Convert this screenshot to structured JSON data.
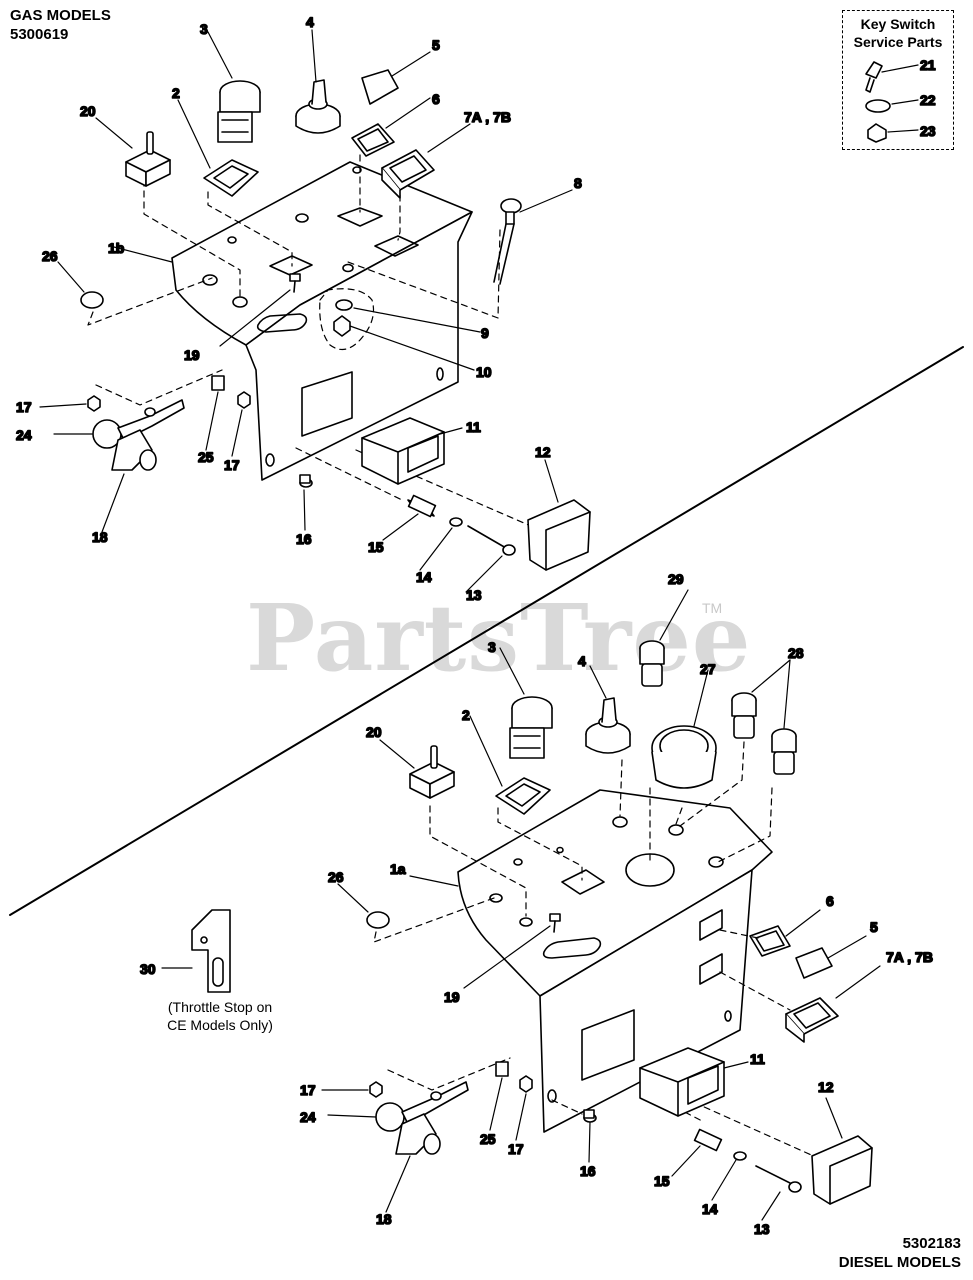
{
  "corner_top_left": {
    "line1": "GAS MODELS",
    "line2": "5300619"
  },
  "corner_bottom_right": {
    "line1": "5302183",
    "line2": "DIESEL MODELS"
  },
  "key_switch_box": {
    "title_line1": "Key Switch",
    "title_line2": "Service Parts"
  },
  "watermark": {
    "text": "PartsTree",
    "tm": "TM"
  },
  "throttle_note": {
    "line1": "(Throttle Stop on",
    "line2": "CE Models Only)"
  },
  "labels_gas": {
    "l1b": "1b",
    "l2": "2",
    "l3": "3",
    "l4": "4",
    "l5": "5",
    "l6": "6",
    "l7": "7A , 7B",
    "l8": "8",
    "l9": "9",
    "l10": "10",
    "l11": "11",
    "l12": "12",
    "l13": "13",
    "l14": "14",
    "l15": "15",
    "l16": "16",
    "l17a": "17",
    "l17b": "17",
    "l18": "18",
    "l19": "19",
    "l20": "20",
    "l24": "24",
    "l25": "25",
    "l26": "26"
  },
  "labels_key": {
    "l21": "21",
    "l22": "22",
    "l23": "23"
  },
  "labels_diesel": {
    "l1a": "1a",
    "l2": "2",
    "l3": "3",
    "l4": "4",
    "l5": "5",
    "l6": "6",
    "l7": "7A , 7B",
    "l11": "11",
    "l12": "12",
    "l13": "13",
    "l14": "14",
    "l15": "15",
    "l16": "16",
    "l17a": "17",
    "l17b": "17",
    "l18": "18",
    "l19": "19",
    "l20": "20",
    "l24": "24",
    "l25": "25",
    "l26": "26",
    "l27": "27",
    "l28": "28",
    "l29": "29",
    "l30": "30"
  }
}
